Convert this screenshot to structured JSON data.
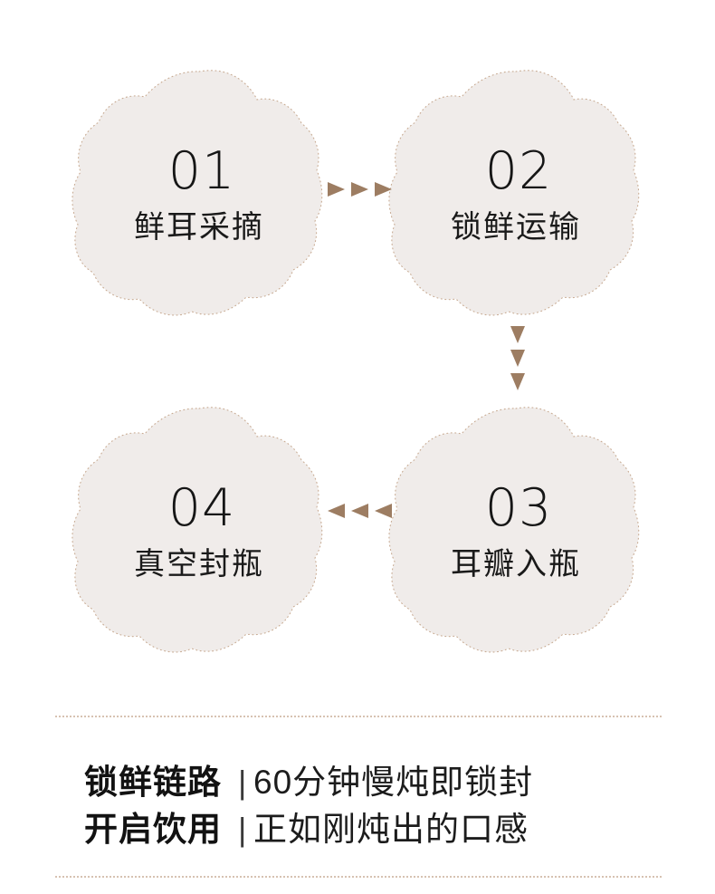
{
  "background_color": "#ffffff",
  "palette": {
    "blob_fill": "#f0ecea",
    "blob_border_dotted": "#c8ab93",
    "arrow_brown": "#9d7d62",
    "rule_dotted": "#c4a68d",
    "text_dark": "#141414"
  },
  "steps": [
    {
      "id": "01",
      "number": "01",
      "label": "鲜耳采摘"
    },
    {
      "id": "02",
      "number": "02",
      "label": "锁鲜运输"
    },
    {
      "id": "03",
      "number": "03",
      "label": "耳瓣入瓶"
    },
    {
      "id": "04",
      "number": "04",
      "label": "真空封瓶"
    }
  ],
  "connectors": [
    {
      "name": "step-01-to-02",
      "direction": "right",
      "count": 3,
      "color": "#9d7d62"
    },
    {
      "name": "step-02-to-03",
      "direction": "down",
      "count": 3,
      "color": "#9d7d62"
    },
    {
      "name": "step-03-to-04",
      "direction": "left",
      "count": 3,
      "color": "#9d7d62"
    }
  ],
  "summary": {
    "separator": "｜",
    "lines": [
      {
        "key": "锁鲜链路",
        "value": "60分钟慢炖即锁封"
      },
      {
        "key": "开启饮用",
        "value": "正如刚炖出的口感"
      }
    ]
  }
}
